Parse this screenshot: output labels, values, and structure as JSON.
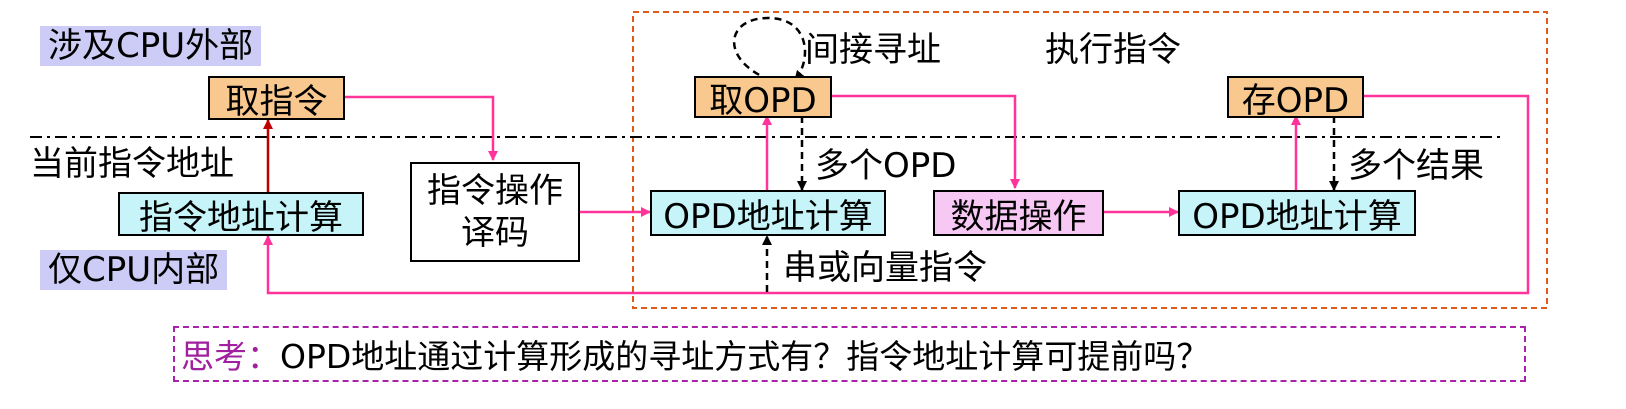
{
  "regions": {
    "external": "涉及CPU外部",
    "internal": "仅CPU内部"
  },
  "labels": {
    "current_addr": "当前指令地址",
    "indirect": "间接寻址",
    "execute": "执行指令",
    "multi_opd": "多个OPD",
    "multi_result": "多个结果",
    "vector": "串或向量指令"
  },
  "boxes": {
    "fetch_instr": "取指令",
    "instr_addr_calc": "指令地址计算",
    "decode_line1": "指令操作",
    "decode_line2": "译码",
    "opd_addr_calc_1": "OPD地址计算",
    "fetch_opd": "取OPD",
    "data_op": "数据操作",
    "opd_addr_calc_2": "OPD地址计算",
    "store_opd": "存OPD"
  },
  "question": {
    "prefix": "思考：",
    "text": "OPD地址通过计算形成的寻址方式有？指令地址计算可提前吗？"
  },
  "colors": {
    "box_orange": "#f9c88f",
    "box_cyan": "#c6f4f8",
    "box_pink": "#f8c8f4",
    "region_bg": "#ccccf6",
    "arrow_pink": "#ff3399",
    "arrow_red": "#c00000",
    "region_border": "#e05a1a",
    "question_border": "#aa22aa",
    "question_prefix": "#a020a0"
  }
}
